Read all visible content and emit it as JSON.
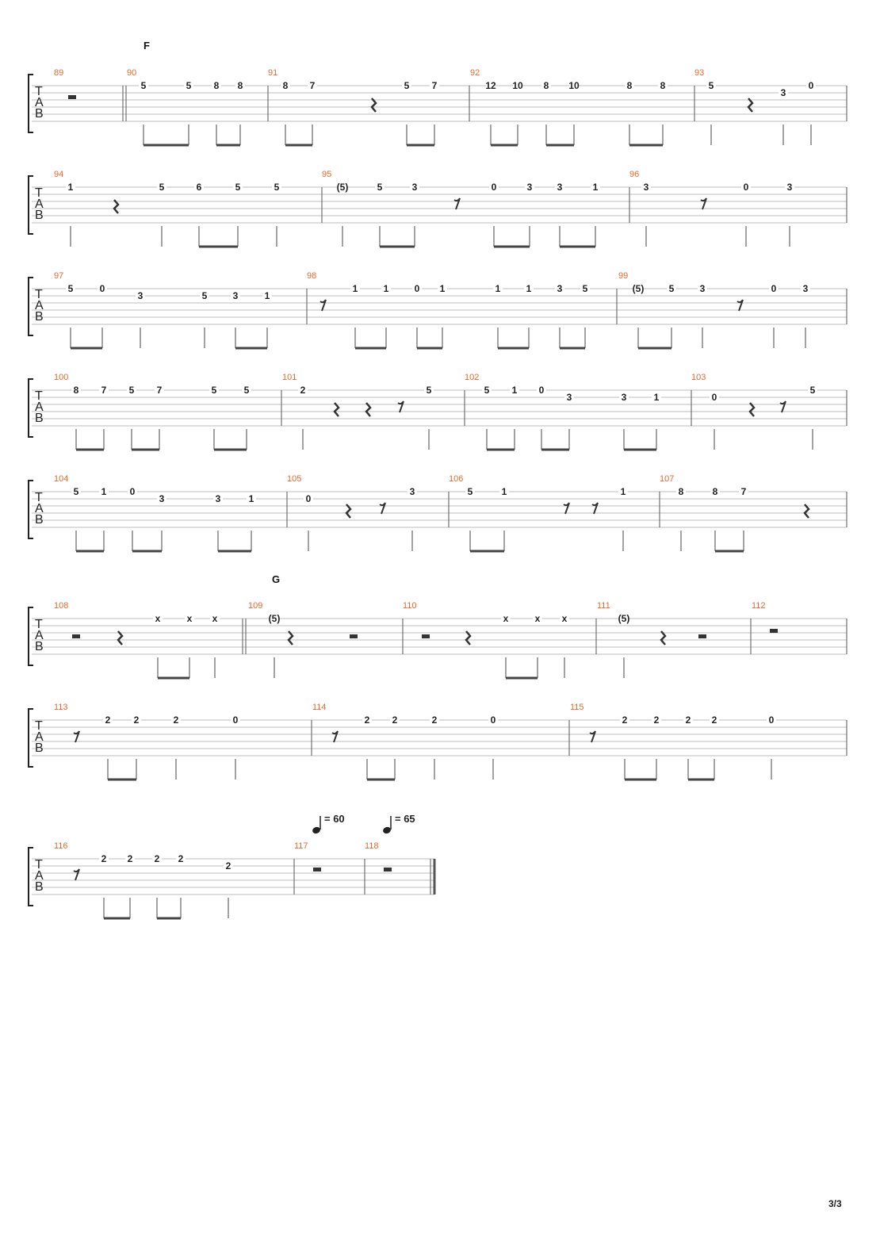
{
  "page": {
    "label": "3/3"
  },
  "clef": [
    "T",
    "A",
    "B"
  ],
  "systems": [
    {
      "measures": [
        {
          "n": "89",
          "section": ""
        },
        {
          "n": "90",
          "section": "F"
        },
        {
          "n": "91",
          "section": ""
        },
        {
          "n": "92",
          "section": ""
        },
        {
          "n": "93",
          "section": ""
        }
      ],
      "notes": [
        "5",
        "5",
        "8",
        "8",
        "8",
        "7",
        "5",
        "7",
        "12",
        "10",
        "8",
        "10",
        "8",
        "8",
        "5",
        "3",
        "0"
      ]
    },
    {
      "measures": [
        {
          "n": "94",
          "section": ""
        },
        {
          "n": "95",
          "section": ""
        },
        {
          "n": "96",
          "section": ""
        }
      ],
      "notes": [
        "1",
        "5",
        "6",
        "5",
        "5",
        "(5)",
        "5",
        "3",
        "0",
        "3",
        "3",
        "1",
        "3",
        "0",
        "3"
      ]
    },
    {
      "measures": [
        {
          "n": "97",
          "section": ""
        },
        {
          "n": "98",
          "section": ""
        },
        {
          "n": "99",
          "section": ""
        }
      ],
      "notes": [
        "5",
        "0",
        "3",
        "5",
        "3",
        "1",
        "1",
        "1",
        "0",
        "1",
        "1",
        "1",
        "3",
        "5",
        "(5)",
        "5",
        "3",
        "0",
        "3"
      ]
    },
    {
      "measures": [
        {
          "n": "100",
          "section": ""
        },
        {
          "n": "101",
          "section": ""
        },
        {
          "n": "102",
          "section": ""
        },
        {
          "n": "103",
          "section": ""
        }
      ],
      "notes": [
        "8",
        "7",
        "5",
        "7",
        "5",
        "5",
        "2",
        "5",
        "5",
        "1",
        "0",
        "3",
        "3",
        "1",
        "0",
        "5"
      ]
    },
    {
      "measures": [
        {
          "n": "104",
          "section": ""
        },
        {
          "n": "105",
          "section": ""
        },
        {
          "n": "106",
          "section": ""
        },
        {
          "n": "107",
          "section": ""
        }
      ],
      "notes": [
        "5",
        "1",
        "0",
        "3",
        "3",
        "1",
        "0",
        "3",
        "5",
        "1",
        "1",
        "8",
        "8",
        "7"
      ]
    },
    {
      "measures": [
        {
          "n": "108",
          "section": ""
        },
        {
          "n": "109",
          "section": "G"
        },
        {
          "n": "110",
          "section": ""
        },
        {
          "n": "111",
          "section": ""
        },
        {
          "n": "112",
          "section": ""
        }
      ],
      "notes": [
        "x",
        "x",
        "x",
        "(5)",
        "x",
        "x",
        "x",
        "(5)"
      ]
    },
    {
      "measures": [
        {
          "n": "113",
          "section": ""
        },
        {
          "n": "114",
          "section": ""
        },
        {
          "n": "115",
          "section": ""
        }
      ],
      "notes": [
        "2",
        "2",
        "2",
        "0",
        "2",
        "2",
        "2",
        "0",
        "2",
        "2",
        "2",
        "2",
        "0"
      ]
    },
    {
      "measures": [
        {
          "n": "116",
          "section": ""
        },
        {
          "n": "117",
          "section": ""
        },
        {
          "n": "118",
          "section": ""
        }
      ],
      "notes": [
        "2",
        "2",
        "2",
        "2",
        "2"
      ]
    }
  ],
  "tempo_marks": [
    "= 60",
    "= 65"
  ]
}
